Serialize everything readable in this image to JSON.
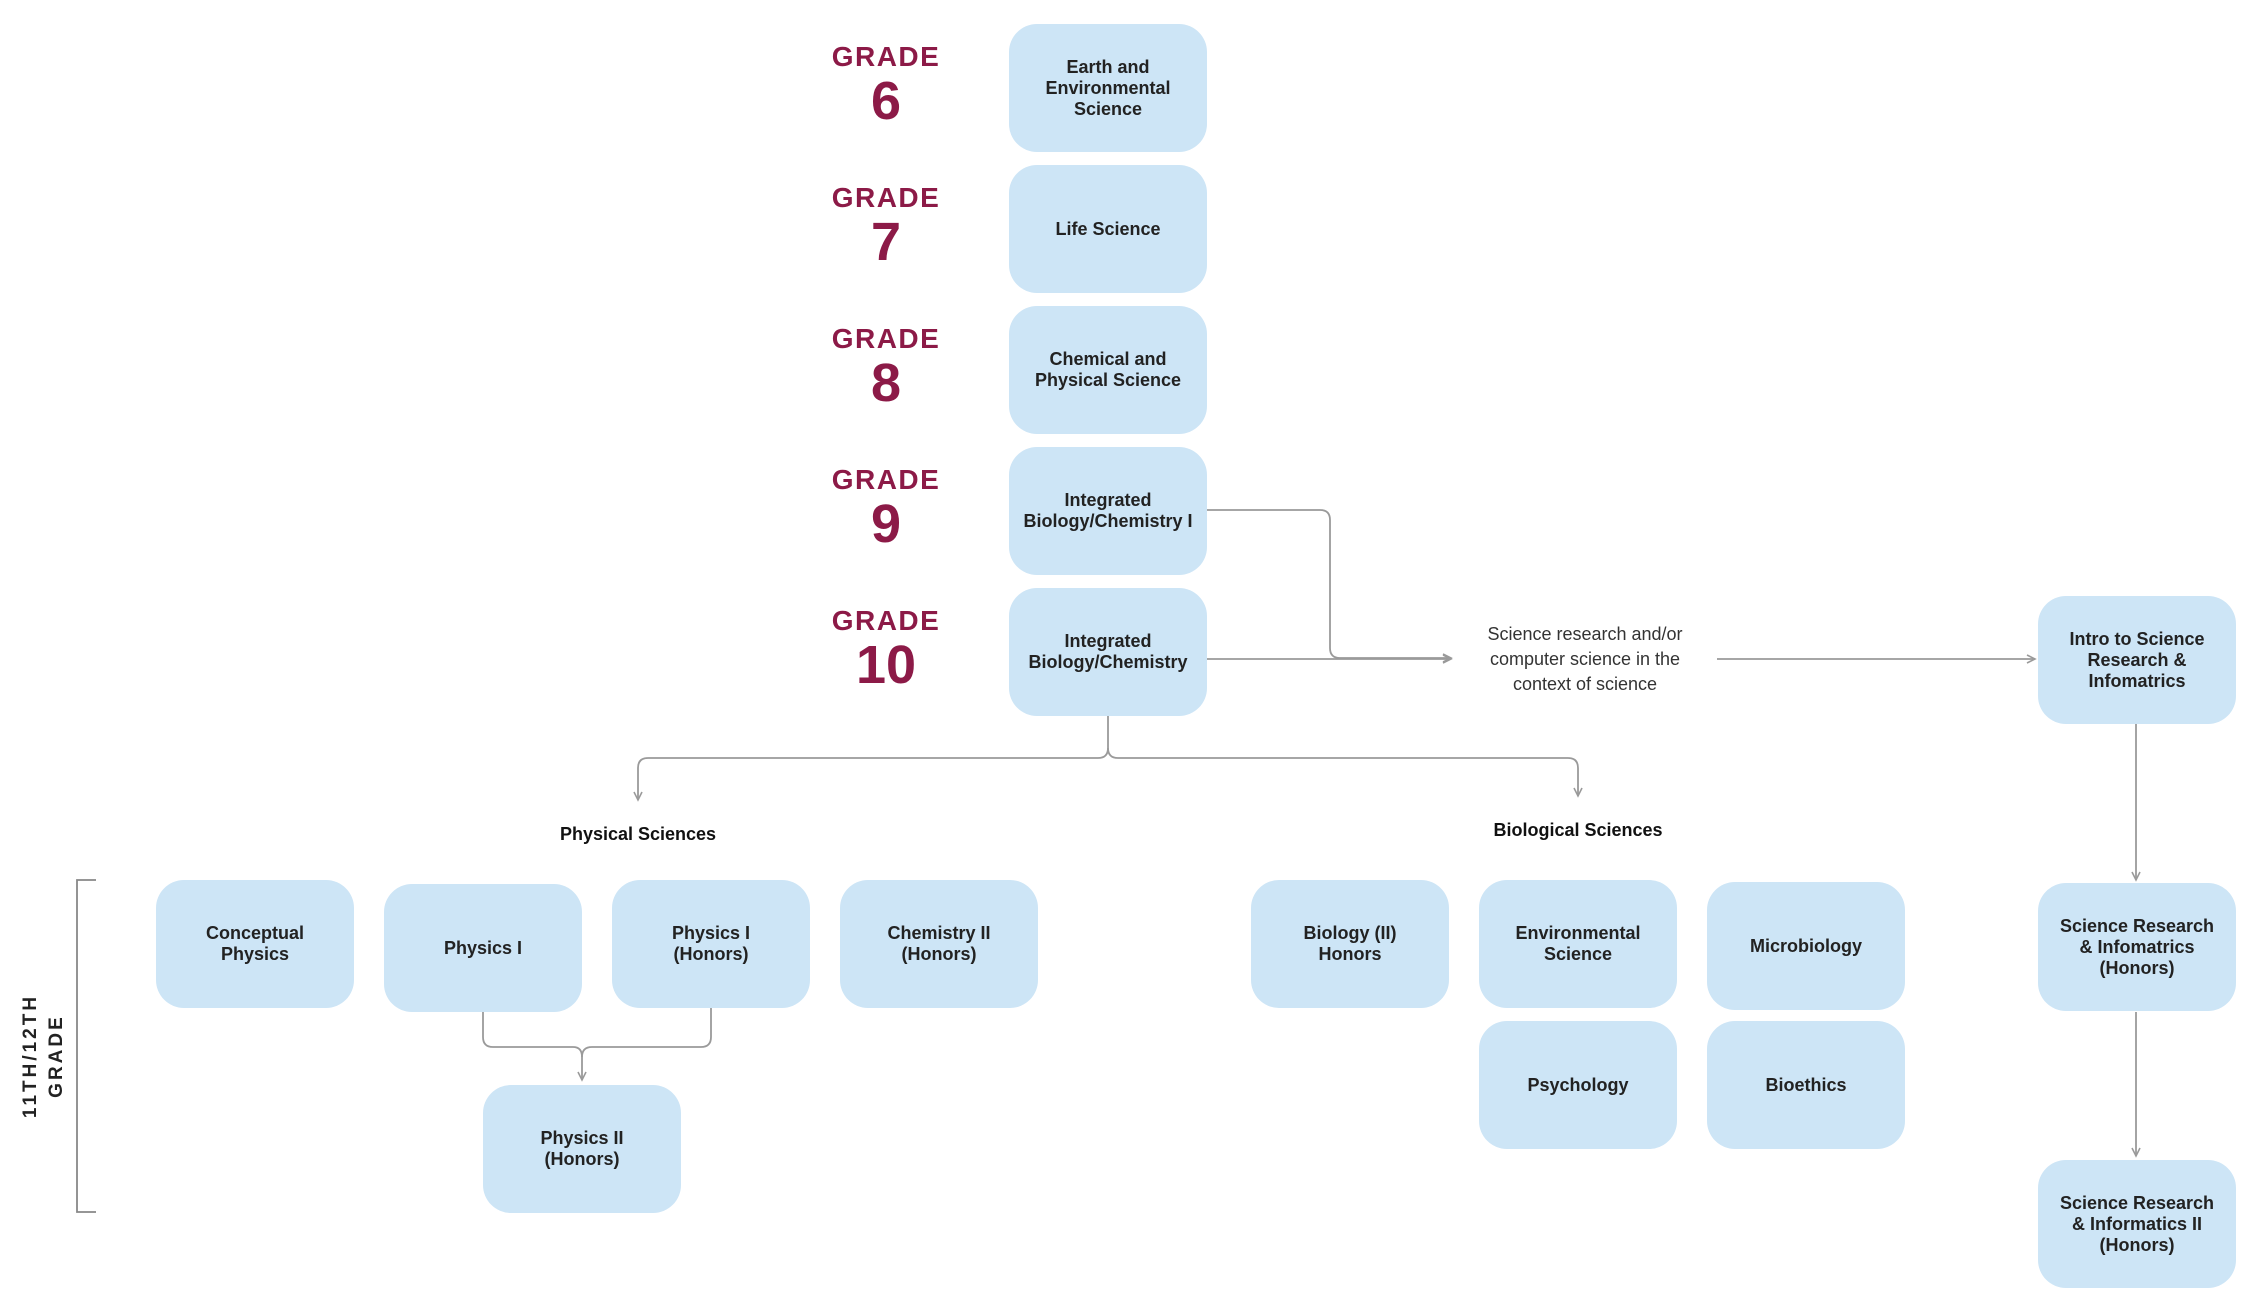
{
  "grades": [
    {
      "word": "GRADE",
      "number": "6"
    },
    {
      "word": "GRADE",
      "number": "7"
    },
    {
      "word": "GRADE",
      "number": "8"
    },
    {
      "word": "GRADE",
      "number": "9"
    },
    {
      "word": "GRADE",
      "number": "10"
    }
  ],
  "core_courses": [
    "Earth and\nEnvironmental\nScience",
    "Life Science",
    "Chemical and\nPhysical Science",
    "Integrated\nBiology/Chemistry I",
    "Integrated\nBiology/Chemistry"
  ],
  "research": {
    "note": "Science research and/or\ncomputer science in the\ncontext of science",
    "courses": [
      "Intro to Science\nResearch &\nInfomatrics",
      "Science Research\n& Infomatrics\n(Honors)",
      "Science Research\n& Informatics II\n(Honors)"
    ]
  },
  "physical_sciences": {
    "heading": "Physical Sciences",
    "courses": [
      "Conceptual\nPhysics",
      "Physics I",
      "Physics I\n(Honors)",
      "Chemistry II\n(Honors)",
      "Physics II\n(Honors)"
    ]
  },
  "biological_sciences": {
    "heading": "Biological Sciences",
    "courses": [
      "Biology (II)\nHonors",
      "Environmental\nScience",
      "Microbiology",
      "Psychology",
      "Bioethics"
    ]
  },
  "upper_grade_label": "11TH/12TH\nGRADE",
  "colors": {
    "grade_text": "#8c1a47",
    "box_fill": "#cde5f6",
    "connector": "#9a9a9a"
  }
}
